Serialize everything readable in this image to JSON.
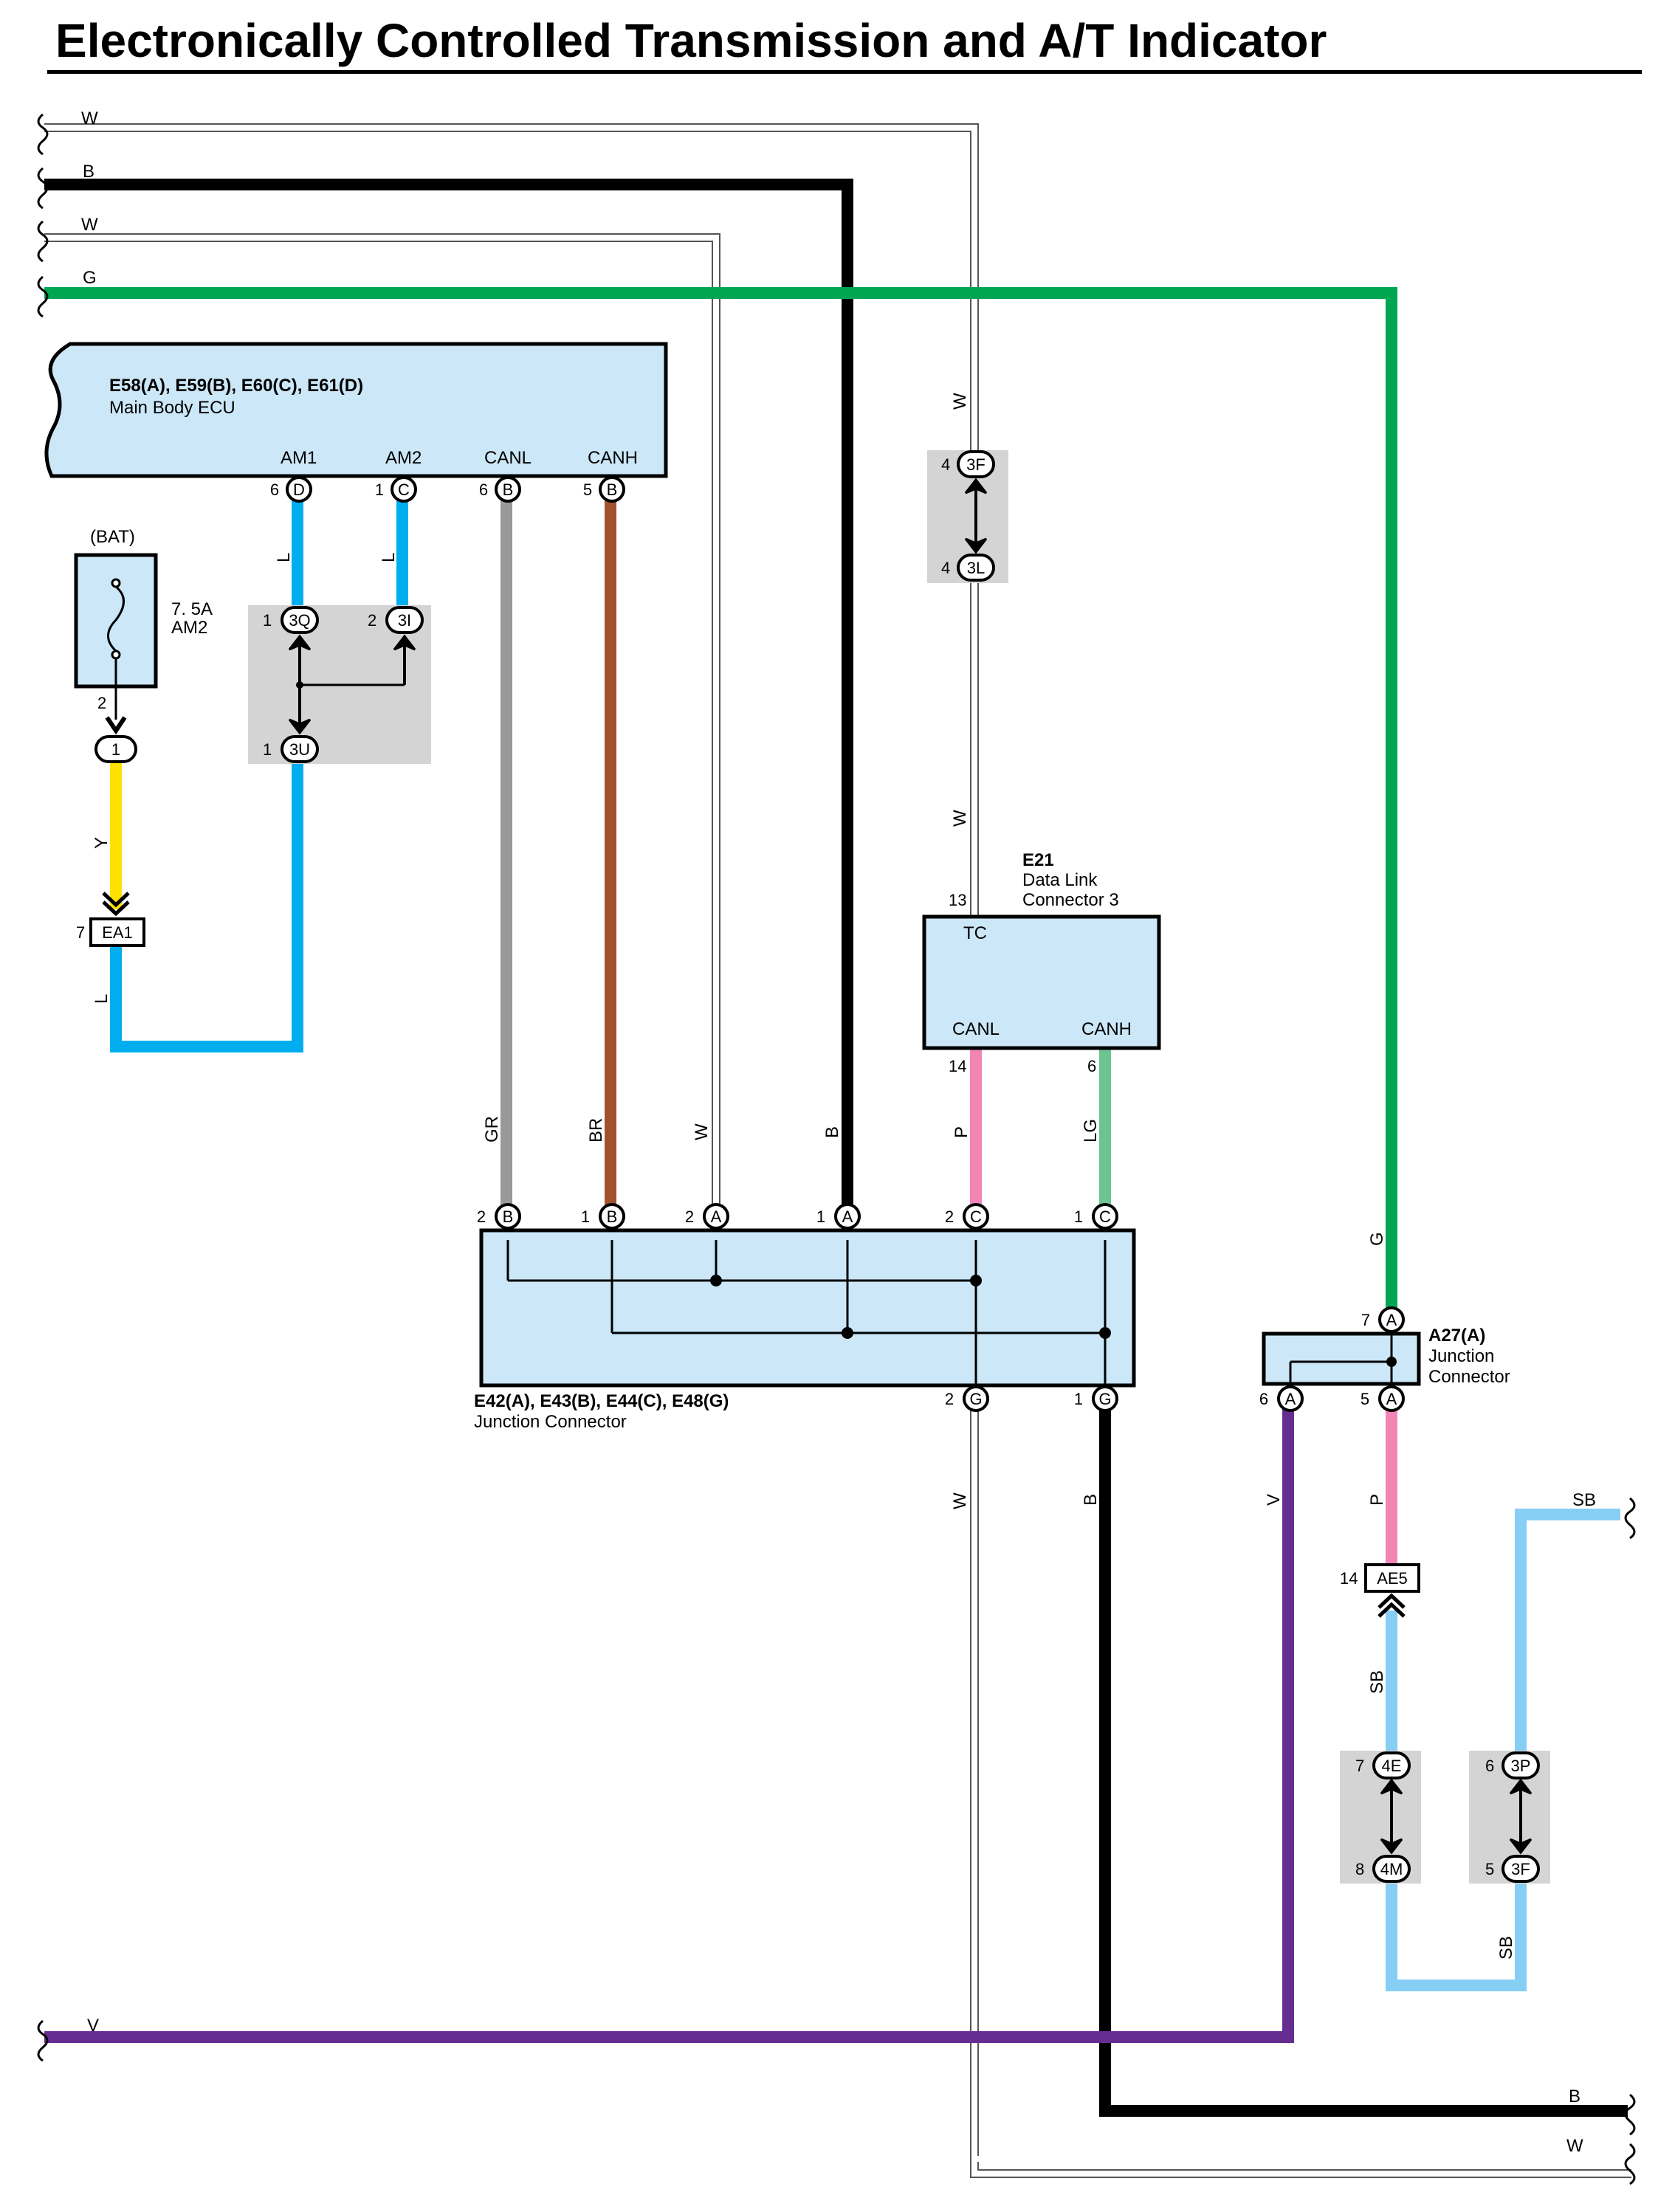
{
  "title": "Electronically Controlled Transmission and A/T Indicator",
  "colors": {
    "W": "#ffffff",
    "B": "#000000",
    "G": "#00a651",
    "V": "#662d91",
    "L": "#00aeef",
    "Y": "#ffe100",
    "GR": "#999999",
    "BR": "#a0522d",
    "P": "#f285b5",
    "LG": "#6cc58f",
    "SB": "#87cef5",
    "component_fill": "#cce7f7",
    "splice_fill": "#d4d4d4"
  },
  "wires": {
    "w_top1": "W",
    "b_top": "B",
    "w_top2": "W",
    "g_top": "G",
    "l1": "L",
    "l2": "L",
    "y": "Y",
    "l3": "L",
    "gr": "GR",
    "br": "BR",
    "w_mid": "W",
    "b_mid": "B",
    "p_mid": "P",
    "lg_mid": "LG",
    "w_tr": "W",
    "w_tr2": "W",
    "g_right": "G",
    "w_bot": "W",
    "b_bot": "B",
    "v_bot": "V",
    "p_right": "P",
    "sb_right": "SB",
    "sb_right2": "SB",
    "sb_far": "SB",
    "v_left": "V",
    "b_end": "B",
    "w_end": "W"
  },
  "ecu": {
    "code": "E58(A), E59(B), E60(C), E61(D)",
    "name": "Main Body ECU",
    "terms": [
      "AM1",
      "AM2",
      "CANL",
      "CANH"
    ],
    "pins": [
      {
        "num": "6",
        "conn": "D"
      },
      {
        "num": "1",
        "conn": "C"
      },
      {
        "num": "6",
        "conn": "B"
      },
      {
        "num": "5",
        "conn": "B"
      }
    ]
  },
  "fuse": {
    "src": "(BAT)",
    "rating": "7. 5A",
    "name": "AM2",
    "pin_out": "2",
    "conn": "1"
  },
  "conn_ea1": {
    "pin": "7",
    "code": "EA1"
  },
  "splice_left": {
    "p1_num": "1",
    "p1": "3Q",
    "p2_num": "2",
    "p2": "3I",
    "p3_num": "1",
    "p3": "3U"
  },
  "splice_top": {
    "p1_num": "4",
    "p1": "3F",
    "p2_num": "4",
    "p2": "3L"
  },
  "dlc": {
    "code": "E21",
    "name1": "Data Link",
    "name2": "Connector 3",
    "tc_pin": "13",
    "tc": "TC",
    "canl": "CANL",
    "canh": "CANH",
    "canl_pin": "14",
    "canh_pin": "6"
  },
  "jc": {
    "code": "E42(A), E43(B), E44(C), E48(G)",
    "name": "Junction Connector",
    "top_pins": [
      {
        "num": "2",
        "conn": "B"
      },
      {
        "num": "1",
        "conn": "B"
      },
      {
        "num": "2",
        "conn": "A"
      },
      {
        "num": "1",
        "conn": "A"
      },
      {
        "num": "2",
        "conn": "C"
      },
      {
        "num": "1",
        "conn": "C"
      }
    ],
    "bottom_pins": [
      {
        "num": "2",
        "conn": "G"
      },
      {
        "num": "1",
        "conn": "G"
      }
    ]
  },
  "a27": {
    "code": "A27(A)",
    "name1": "Junction",
    "name2": "Connector",
    "pins": [
      {
        "num": "7",
        "conn": "A"
      },
      {
        "num": "6",
        "conn": "A"
      },
      {
        "num": "5",
        "conn": "A"
      }
    ]
  },
  "conn_ae5": {
    "pin": "14",
    "code": "AE5"
  },
  "splice_br1": {
    "p1_num": "7",
    "p1": "4E",
    "p2_num": "8",
    "p2": "4M"
  },
  "splice_br2": {
    "p1_num": "6",
    "p1": "3P",
    "p2_num": "5",
    "p2": "3F"
  }
}
